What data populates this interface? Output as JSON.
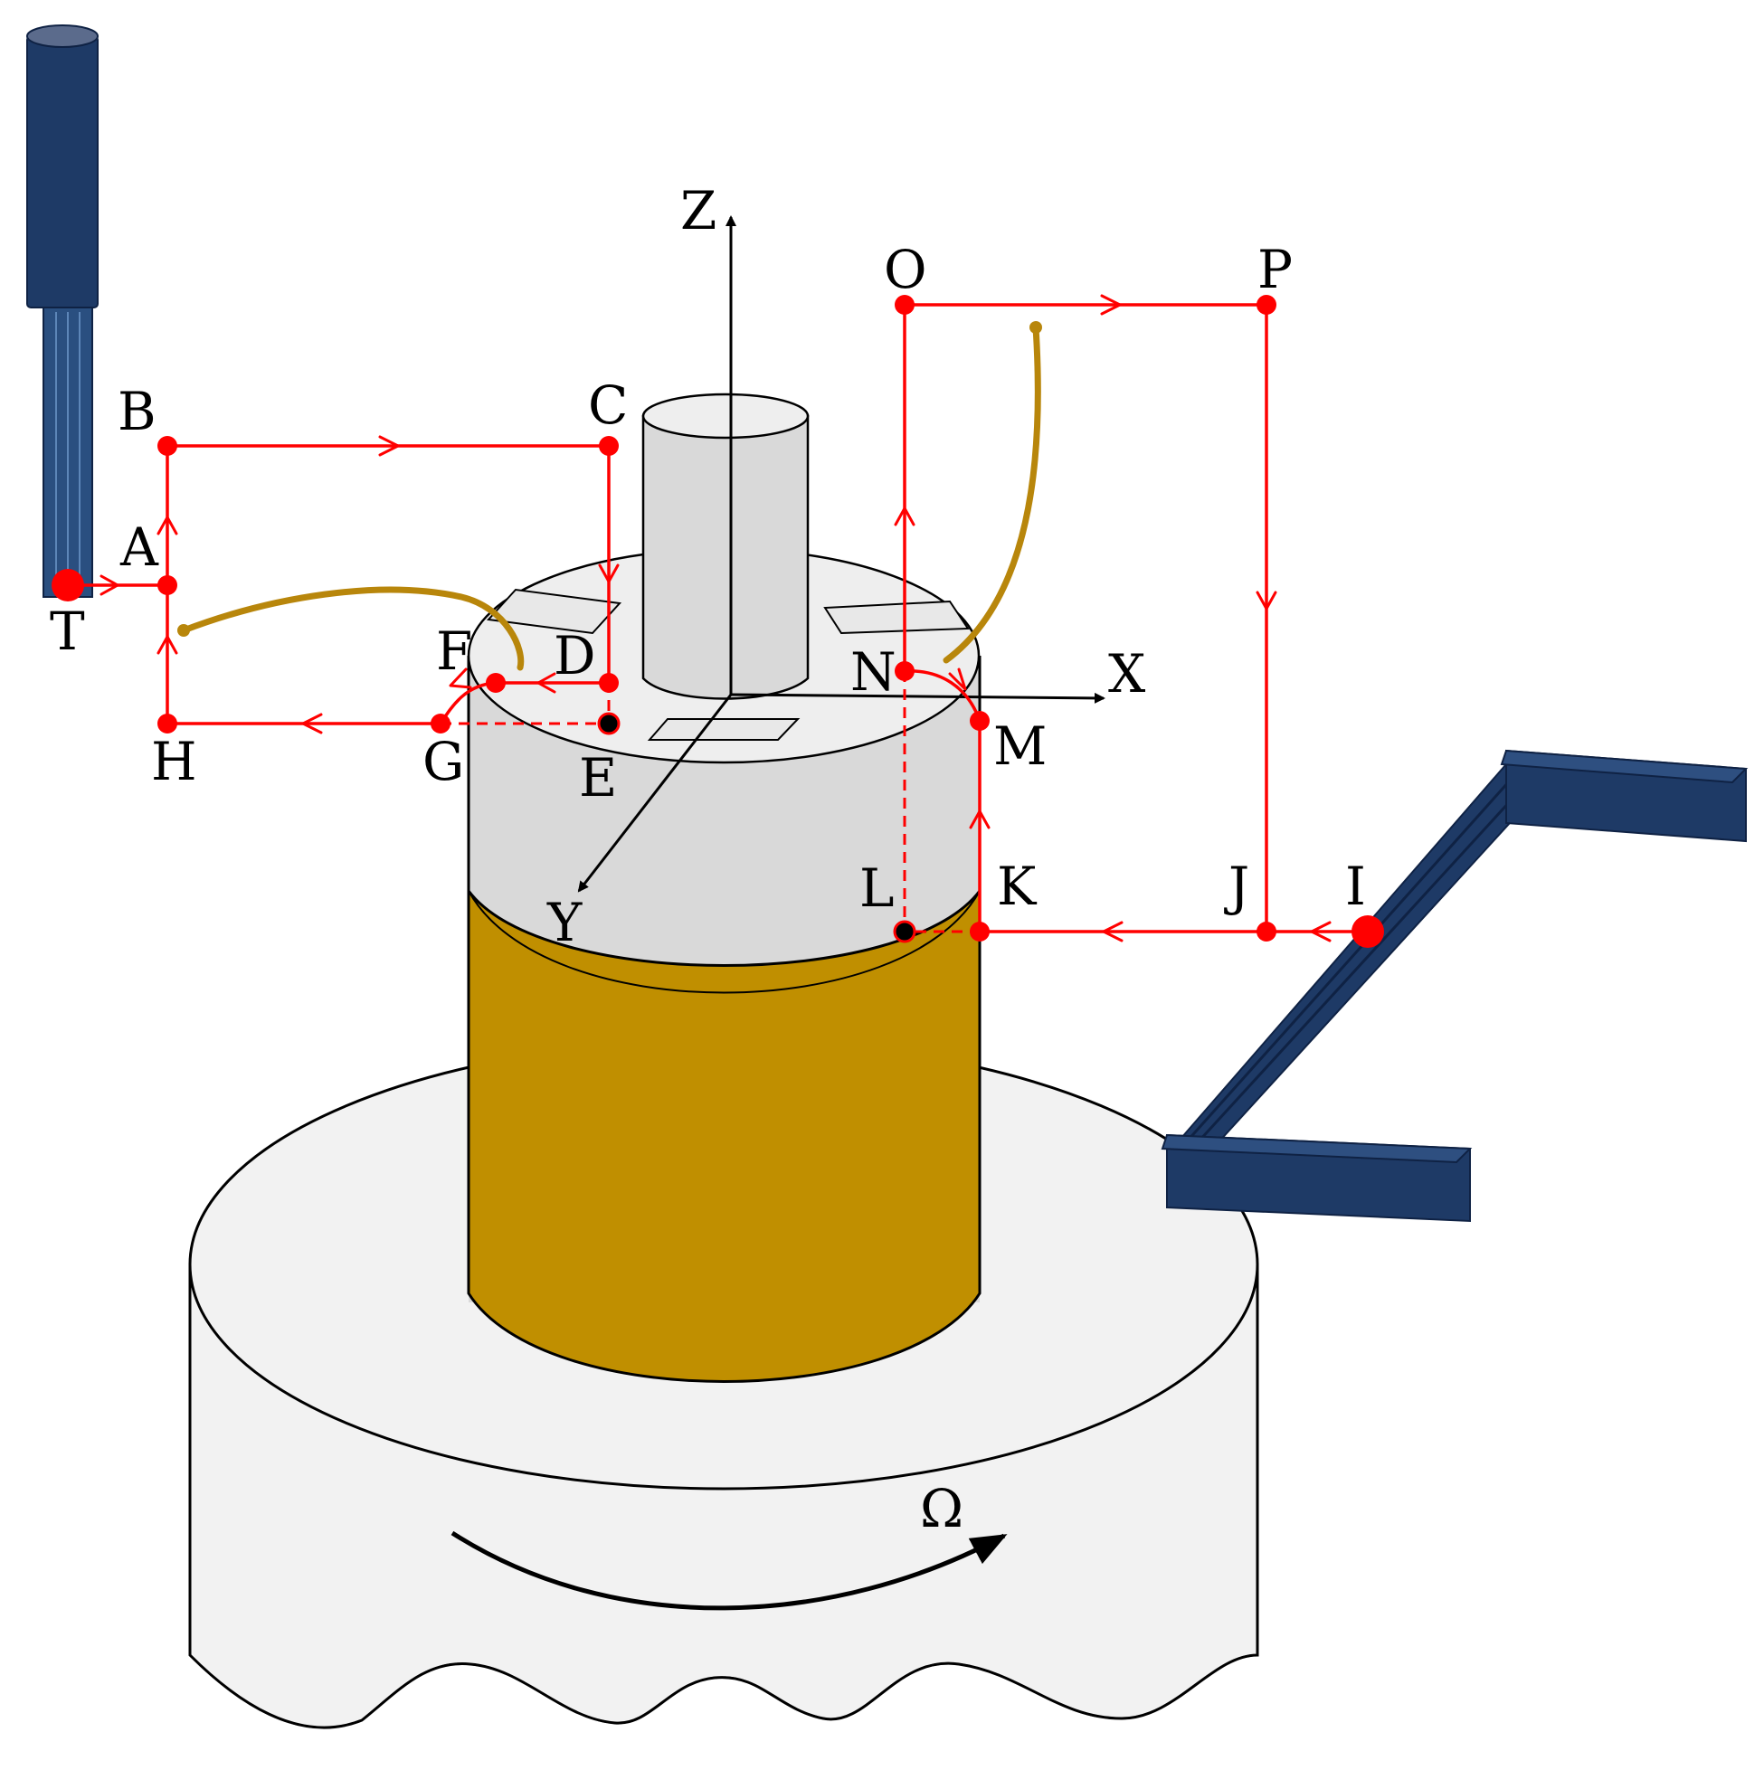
{
  "colors": {
    "path": "#ff0000",
    "robot": "#1e3a66",
    "robot_dark": "#0f2244",
    "band": "#c08f00",
    "cable": "#b8860b",
    "cylinder": "#d9d9d9",
    "base": "#f2f2f2",
    "point_hidden": "#000000"
  },
  "axes": {
    "x": "X",
    "y": "Y",
    "z": "Z"
  },
  "rotation_label": "Ω",
  "points": {
    "T": "T",
    "A": "A",
    "B": "B",
    "C": "C",
    "D": "D",
    "E": "E",
    "F": "F",
    "G": "G",
    "H": "H",
    "I": "I",
    "J": "J",
    "K": "K",
    "L": "L",
    "M": "M",
    "N": "N",
    "O": "O",
    "P": "P"
  },
  "paths": [
    {
      "name": "left-loop",
      "sequence": [
        "T",
        "A",
        "B",
        "C",
        "D",
        "F",
        "G",
        "H",
        "A"
      ]
    },
    {
      "name": "right-loop",
      "sequence": [
        "I",
        "J",
        "K",
        "M",
        "N",
        "O",
        "P",
        "J"
      ]
    }
  ]
}
